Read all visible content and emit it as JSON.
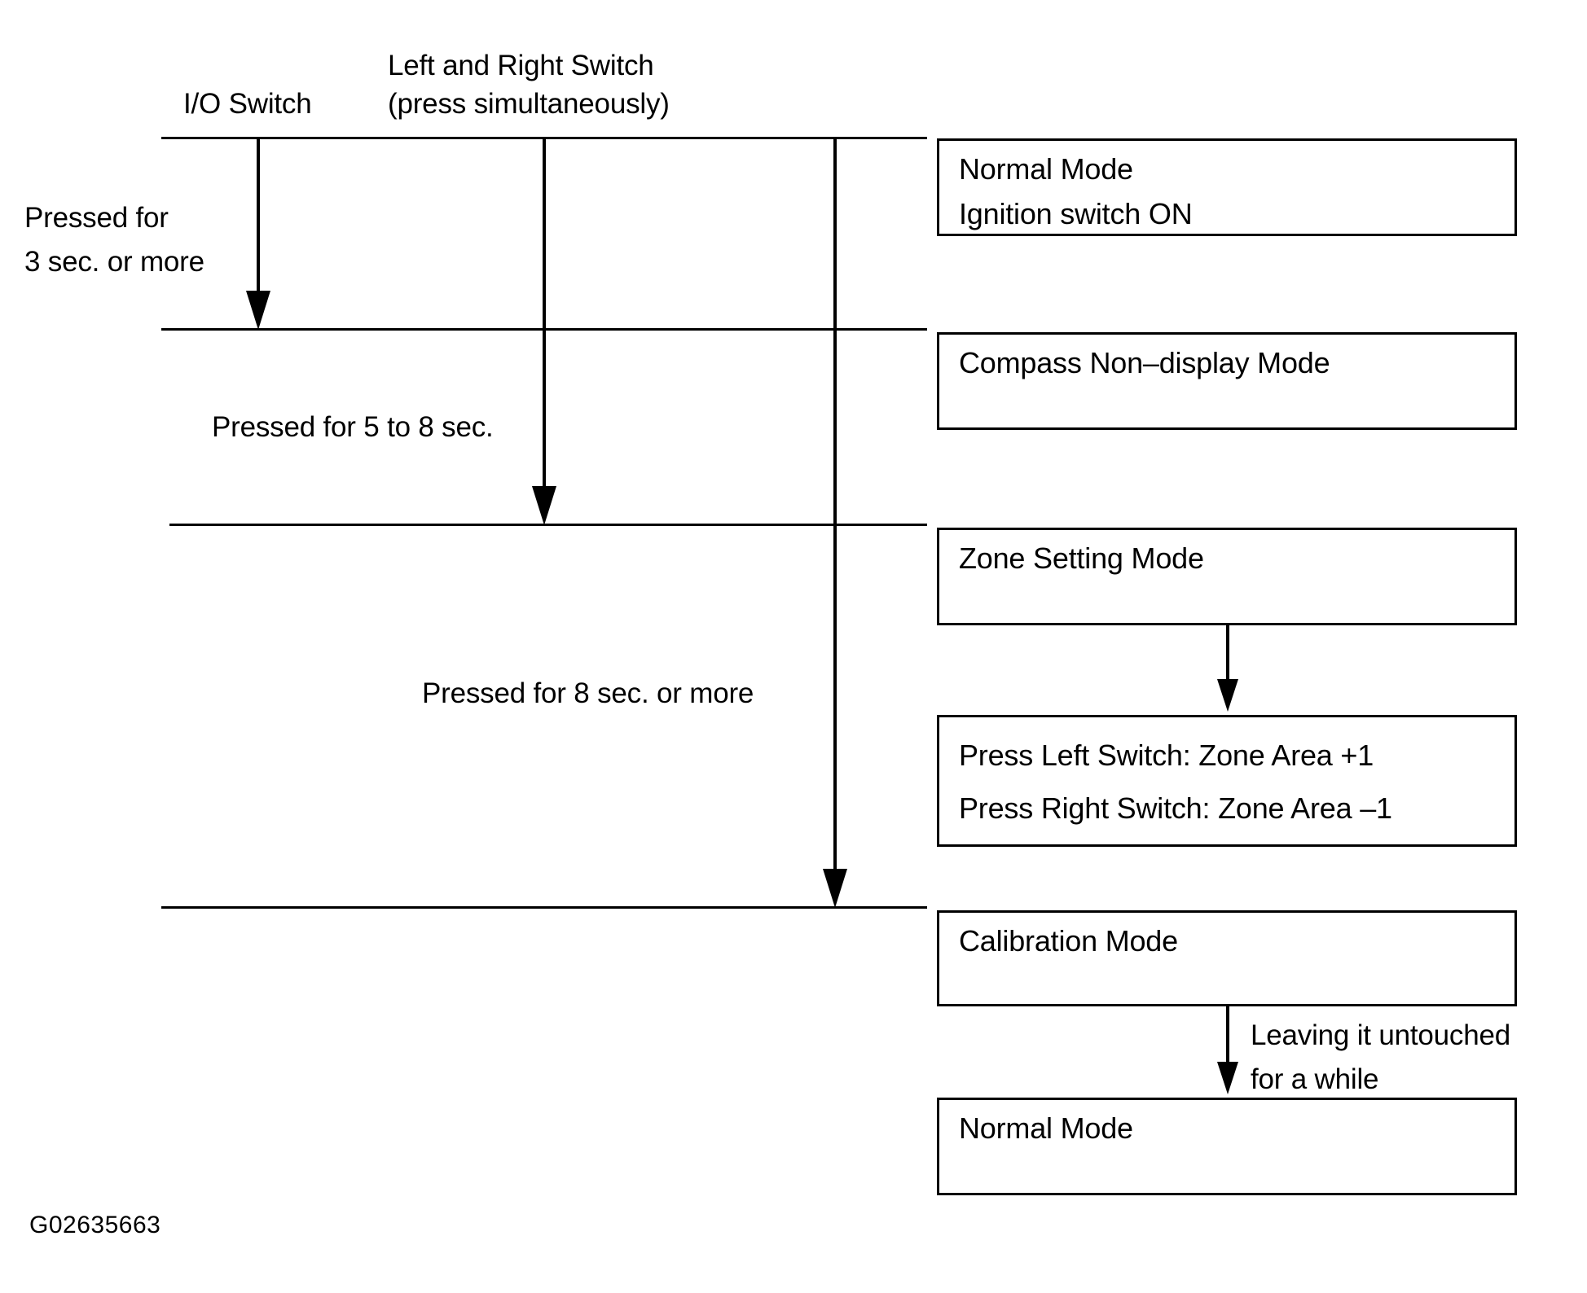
{
  "figure": {
    "id_code": "G02635663",
    "type": "mode-transition-timing-diagram",
    "colors": {
      "ink": "#000000",
      "background": "#ffffff"
    }
  },
  "column_headers": [
    {
      "name": "io-switch",
      "label": "I/O Switch"
    },
    {
      "name": "left-right-switch",
      "label_line1": "Left and Right Switch",
      "label_line2": "(press simultaneously)"
    }
  ],
  "transitions": [
    {
      "name": "press-3sec",
      "label_line1": "Pressed for",
      "label_line2": "3 sec. or more"
    },
    {
      "name": "press-5-to-8sec",
      "label": "Pressed for 5 to 8 sec."
    },
    {
      "name": "press-8sec-or-more",
      "label": "Pressed for 8 sec. or more"
    },
    {
      "name": "leave-untouched",
      "label_line1": "Leaving it untouched",
      "label_line2": "for a while"
    }
  ],
  "modes": [
    {
      "name": "normal-mode-initial",
      "lines": [
        "Normal Mode",
        "Ignition switch ON"
      ]
    },
    {
      "name": "compass-non-display-mode",
      "lines": [
        "Compass Non–display Mode"
      ]
    },
    {
      "name": "zone-setting-mode",
      "lines": [
        "Zone Setting Mode"
      ]
    },
    {
      "name": "zone-area-adjust",
      "lines": [
        "Press Left Switch: Zone Area +1",
        "Press Right Switch: Zone Area –1"
      ]
    },
    {
      "name": "calibration-mode",
      "lines": [
        "Calibration Mode"
      ]
    },
    {
      "name": "normal-mode-final",
      "lines": [
        "Normal Mode"
      ]
    }
  ]
}
